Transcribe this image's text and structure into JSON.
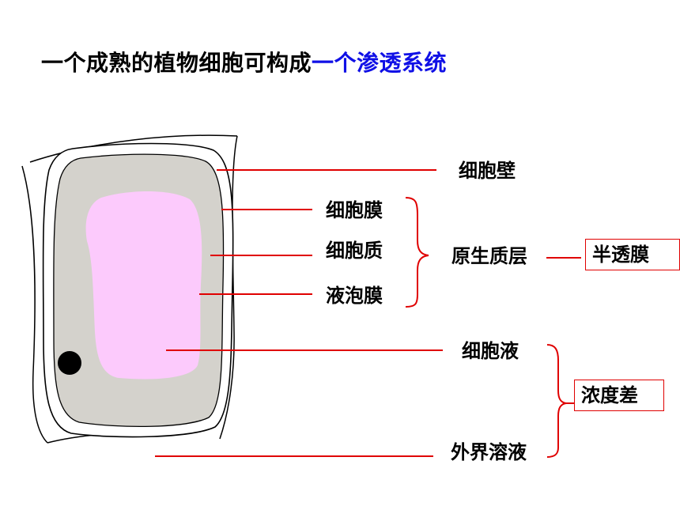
{
  "title": {
    "main": "一个成熟的植物细胞可构成",
    "highlight": "一个渗透系统"
  },
  "labels": {
    "cell_wall": "细胞壁",
    "cell_membrane": "细胞膜",
    "cytoplasm": "细胞质",
    "tonoplast": "液泡膜",
    "protoplast_layer": "原生质层",
    "semi_permeable": "半透膜",
    "cell_sap": "细胞液",
    "concentration_diff": "浓度差",
    "external_solution": "外界溶液"
  },
  "colors": {
    "leader_line": "#e00000",
    "cytoplasm_fill": "#d4d2cc",
    "vacuole_fill": "#fccafc",
    "title_highlight": "#1010e6"
  }
}
